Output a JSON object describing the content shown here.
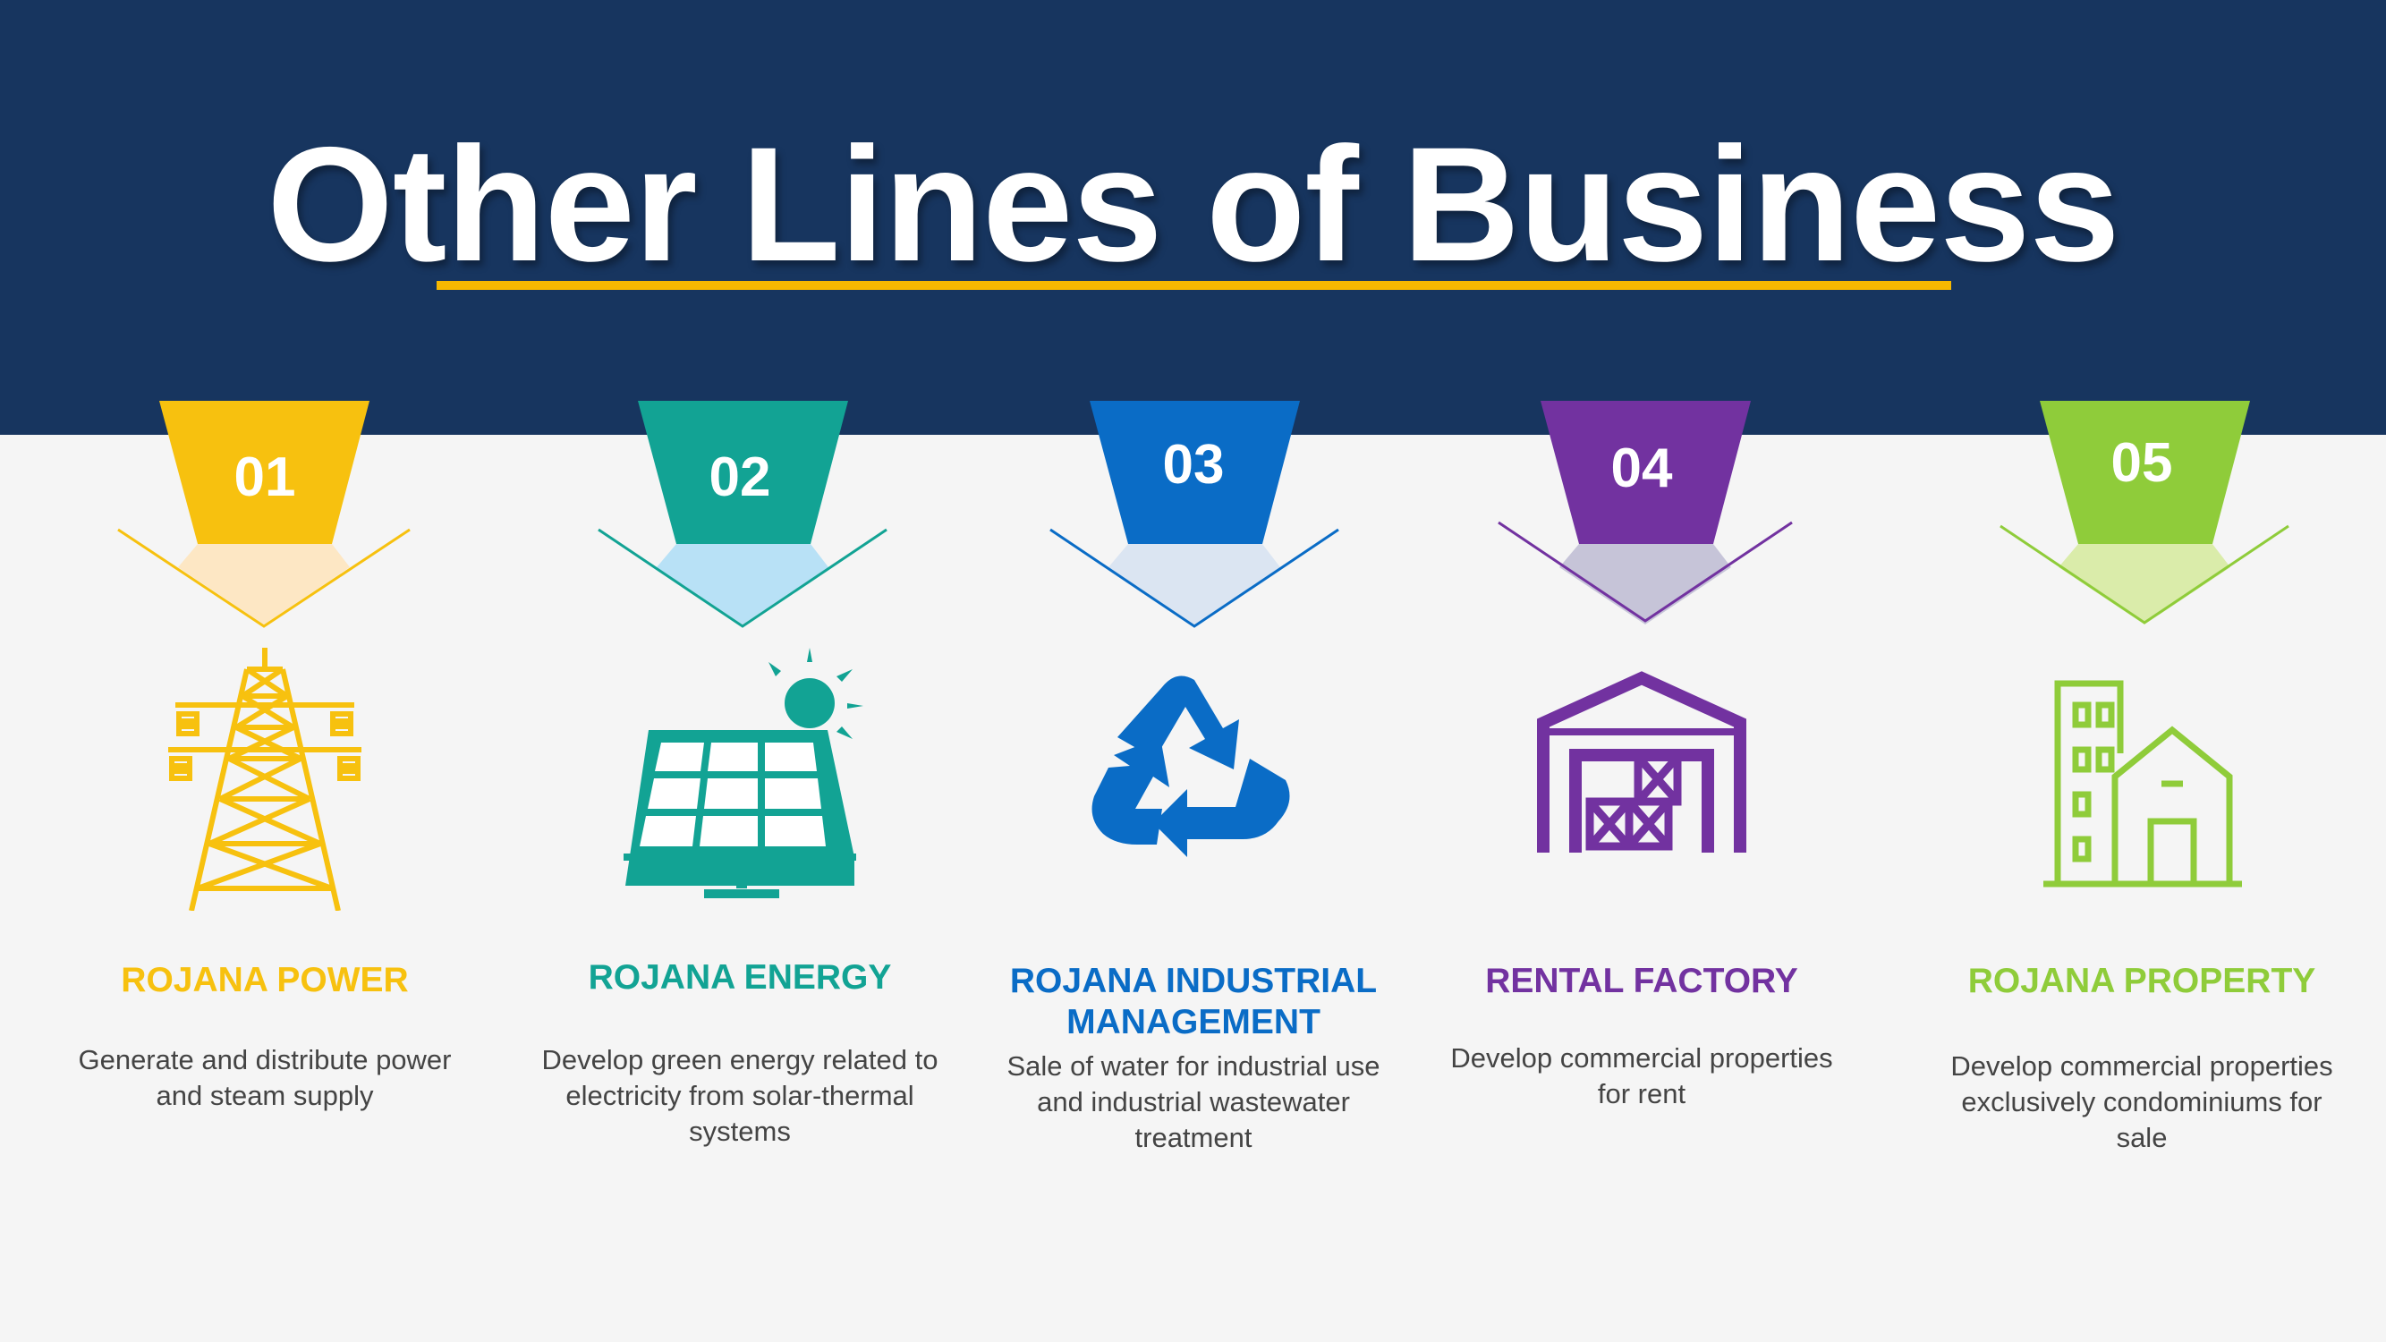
{
  "title": "Other Lines of Business",
  "colors": {
    "header_bg": "#17355f",
    "underline": "#f6b800",
    "page_bg": "#f5f5f5"
  },
  "items": [
    {
      "number": "01",
      "name": "ROJANA POWER",
      "description": "Generate and distribute power and steam supply",
      "icon": "power-tower-icon",
      "color": "#f7c10f",
      "light_color": "#fde7c4"
    },
    {
      "number": "02",
      "name": "ROJANA ENERGY",
      "description": "Develop green energy related to electricity from solar-thermal systems",
      "icon": "solar-panel-icon",
      "color": "#12a394",
      "light_color": "#b8e1f6"
    },
    {
      "number": "03",
      "name": "ROJANA INDUSTRIAL MANAGEMENT",
      "description": "Sale of water for industrial use and industrial wastewater treatment",
      "icon": "recycle-icon",
      "color": "#0a6cc6",
      "light_color": "#dbe5f2"
    },
    {
      "number": "04",
      "name": "RENTAL FACTORY",
      "description": "Develop commercial properties for rent",
      "icon": "warehouse-icon",
      "color": "#7232a0",
      "light_color": "#c6c4d8"
    },
    {
      "number": "05",
      "name": "ROJANA PROPERTY",
      "description": "Develop commercial properties exclusively condominiums for sale",
      "icon": "building-icon",
      "color": "#8fcc3a",
      "light_color": "#daecaa"
    }
  ]
}
